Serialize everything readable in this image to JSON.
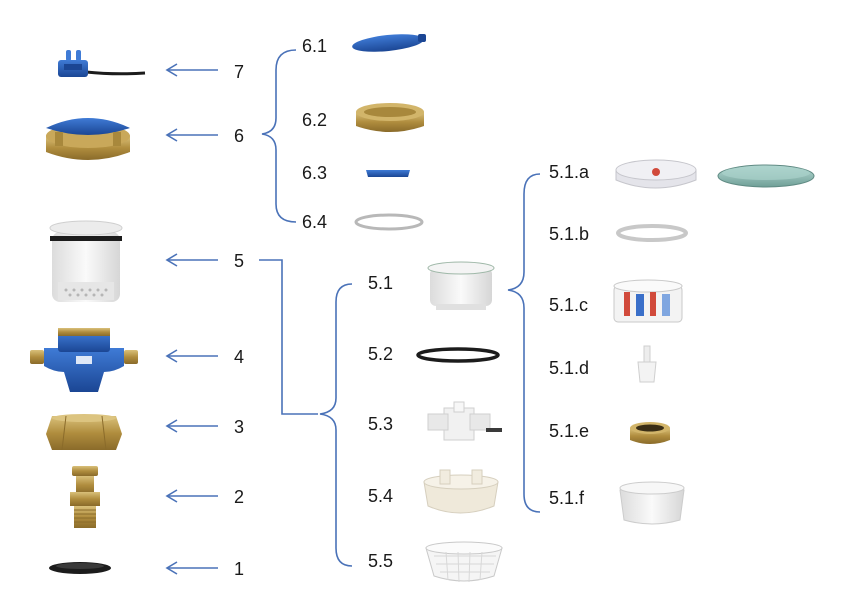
{
  "labels": {
    "l7": "7",
    "l6": "6",
    "l5": "5",
    "l4": "4",
    "l3": "3",
    "l2": "2",
    "l1": "1",
    "l61": "6.1",
    "l62": "6.2",
    "l63": "6.3",
    "l64": "6.4",
    "l51": "5.1",
    "l52": "5.2",
    "l53": "5.3",
    "l54": "5.4",
    "l55": "5.5",
    "l51a": "5.1.a",
    "l51b": "5.1.b",
    "l51c": "5.1.c",
    "l51d": "5.1.d",
    "l51e": "5.1.e",
    "l51f": "5.1.f"
  },
  "colors": {
    "connector": "#4a72b8",
    "brass": "#b89a4e",
    "blue": "#2a5db0",
    "white_part": "#f2f2f2",
    "black_part": "#1c1c1c"
  },
  "parts": {
    "p7": "blue-cable-connector-icon",
    "p6": "meter-lid-assembly-icon",
    "p5": "white-meter-core-icon",
    "p4": "blue-meter-body-icon",
    "p3": "brass-nut-icon",
    "p2": "brass-fitting-icon",
    "p1": "black-gasket-icon"
  }
}
